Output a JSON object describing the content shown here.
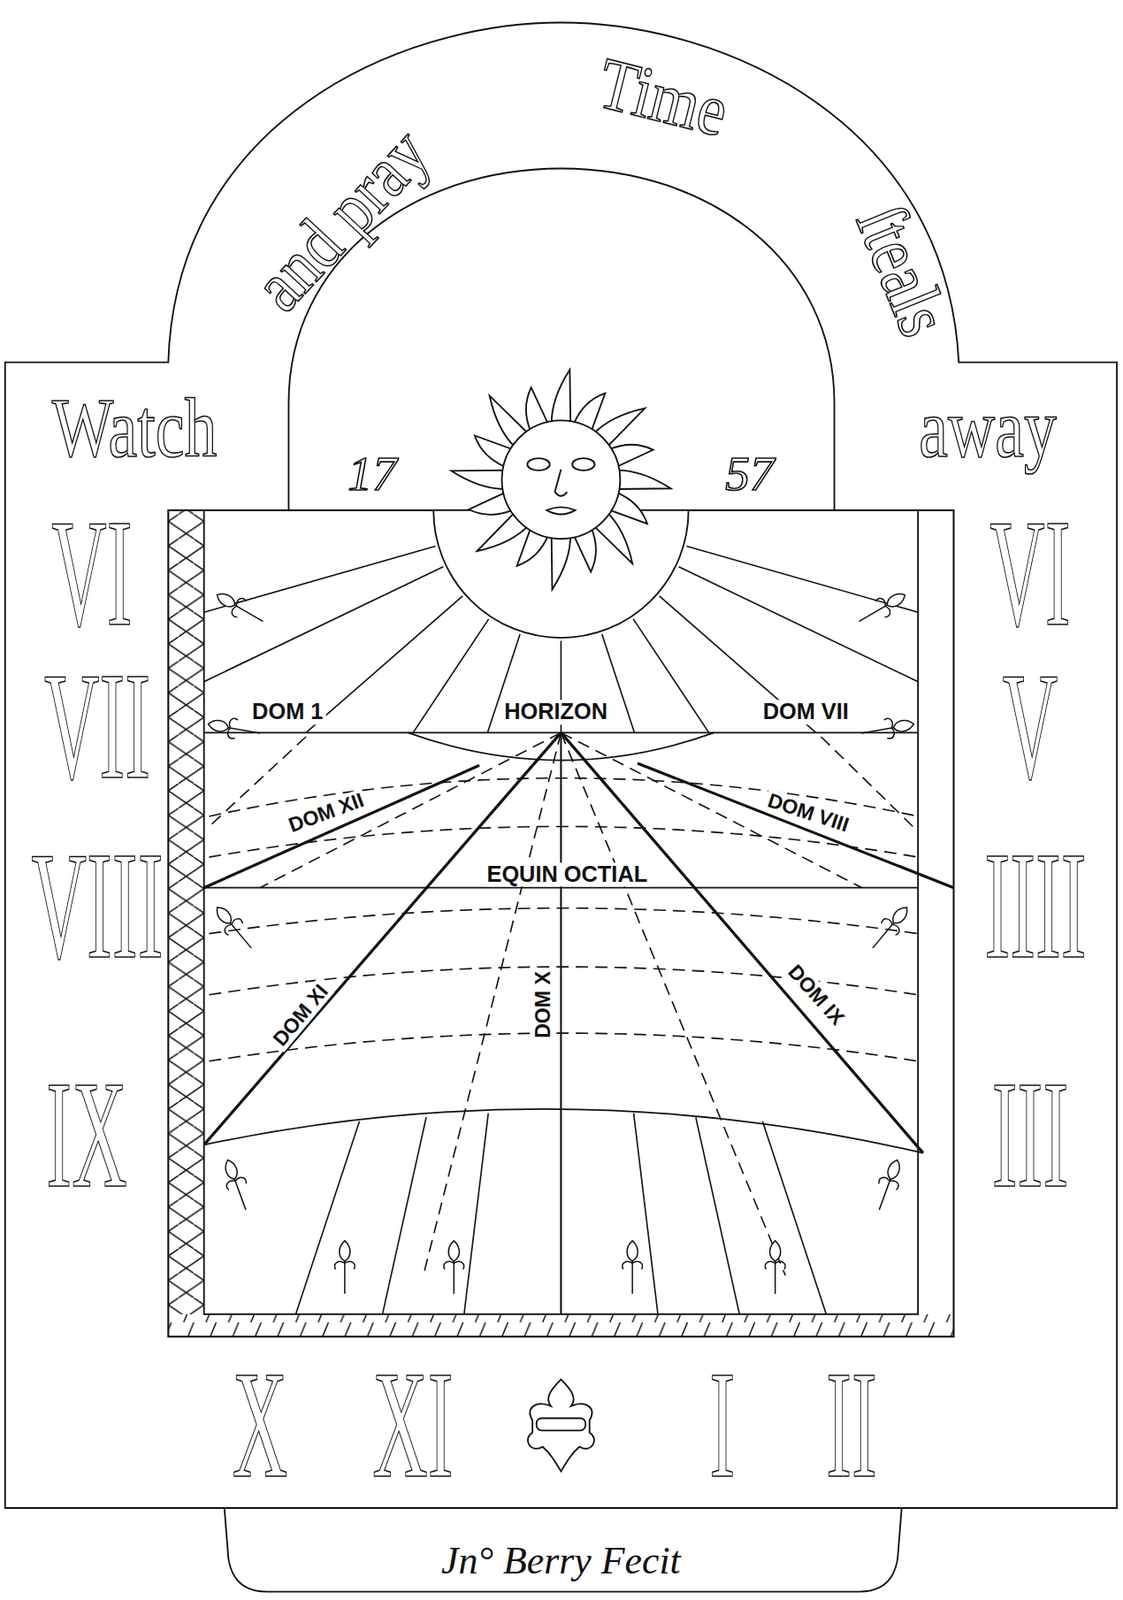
{
  "diagram": {
    "labels": [
      "Watch",
      "and pray",
      "Time",
      "ſteals",
      "away",
      "17",
      "57",
      "VI",
      "VII",
      "VIII",
      "IX",
      "VI",
      "V",
      "IIII",
      "III",
      "X",
      "XI",
      "I",
      "II",
      "DOM 1",
      "HORIZON",
      "DOM VII",
      "DOM XII",
      "DOM VIII",
      "EQUIN OCTIAL",
      "DOM XI",
      "DOM X",
      "DOM IX",
      "Jn° Berry Fecit"
    ]
  }
}
